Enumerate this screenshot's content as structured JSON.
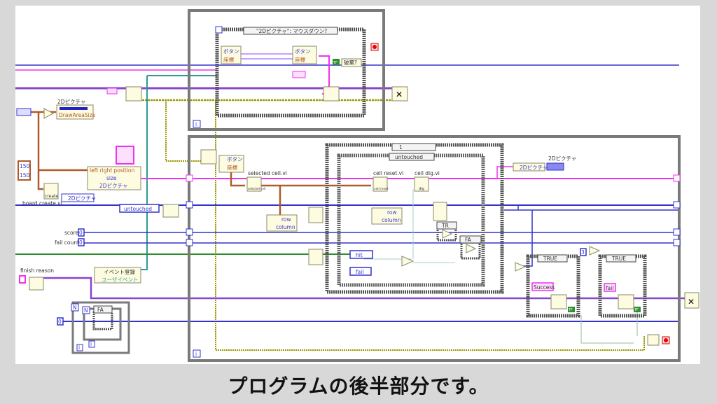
{
  "caption": "プログラムの後半部分です。",
  "colors": {
    "picture_wire": "#ee33ee",
    "numeric_wire": "#3333cc",
    "cluster_wire": "#b05a2a",
    "bool_wire": "#2f8f2f",
    "refnum_wire": "#2b9a9a",
    "error_wire": "#9a9a00",
    "event_wire": "#8844cc",
    "loop_border": "#7a7a7a"
  },
  "left": {
    "picture_label": "2Dピクチャ",
    "draw_area_size": "DrawAreaSize",
    "size_const": [
      "150",
      "150"
    ],
    "bundle_fields": [
      "left right position",
      "size",
      "2Dピクチャ"
    ],
    "board_create_icon": "create",
    "board_create_label": "board create.vi",
    "picture_ref": "2Dピクチャ",
    "untouched_enum": "untouched",
    "score_label": "score",
    "score_value": "0",
    "fail_count_label": "fail count",
    "fail_count_value": "0",
    "finish_reason_label": "finish reason",
    "event_register": "イベント登録",
    "user_event": "ユーザイベント",
    "for_N": "N",
    "for_i": "i",
    "case_FA": "FA",
    "zero": "0"
  },
  "event_loop": {
    "event_case": "\"2Dピクチャ\": マウスダウン?",
    "unbundle_fields": [
      "ボタン",
      "座標"
    ],
    "bundle_fields": [
      "ボタン",
      "座標"
    ],
    "discard": "破棄?",
    "tf_const": "TF",
    "i": "i"
  },
  "main_loop": {
    "unbundle_fields": [
      "ボタン",
      "座標"
    ],
    "selected_cell_label": "selected cell.vi",
    "selected_cell_icon": "selected cell",
    "row_col": [
      "row",
      "column",
      "row",
      "column"
    ],
    "outer_case": "1",
    "inner_case": "untouched",
    "cell_reset_label": "cell reset.vi",
    "cell_reset_icon": "cell reset",
    "cell_dig_label": "cell dig.vi",
    "cell_dig_icon": "dig",
    "case_TR": "TR",
    "case_FA": "FA",
    "hit_enum": "hit",
    "fail_enum": "fail",
    "picture_ref": "2Dピクチャ",
    "picture_out_label": "2Dピクチャ",
    "const_3": "3",
    "true_case_1": "TRUE",
    "true_case_2": "TRUE",
    "success_str": "Success",
    "fail_str": "fail",
    "tf1": "TF",
    "tf2": "TF",
    "i": "i"
  }
}
